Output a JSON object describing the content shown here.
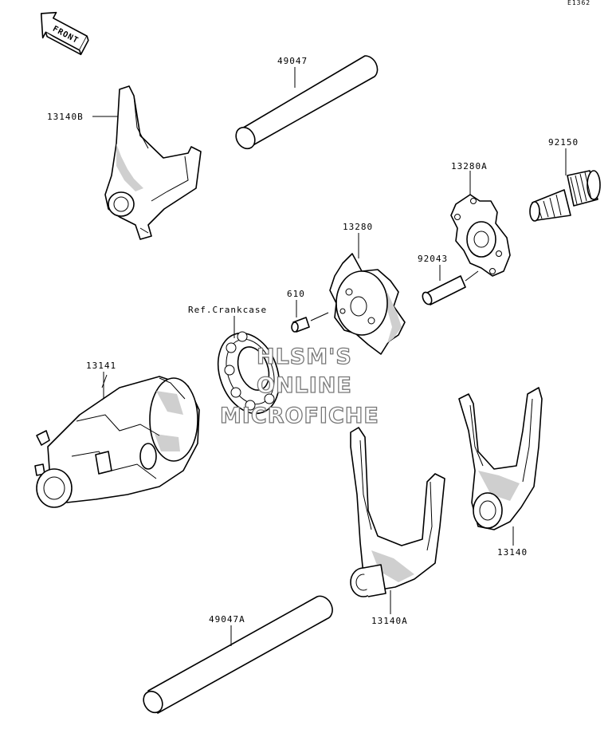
{
  "diagram_code": "E1362",
  "front_arrow": {
    "text": "FRONT",
    "icon": "front-arrow-icon"
  },
  "labels": {
    "shaft_49047": "49047",
    "fork_13140B": "13140B",
    "bolt_92150": "92150",
    "holder_13280A": "13280A",
    "holder_13280": "13280",
    "pin_92043": "92043",
    "pin_610": "610",
    "bearing_ref": "Ref.Crankcase",
    "drum_13141": "13141",
    "fork_13140": "13140",
    "fork_13140A": "13140A",
    "shaft_49047A": "49047A"
  },
  "watermark": {
    "line1": "HLSM'S",
    "line2": "ONLINE",
    "line3": "MICROFICHE"
  }
}
